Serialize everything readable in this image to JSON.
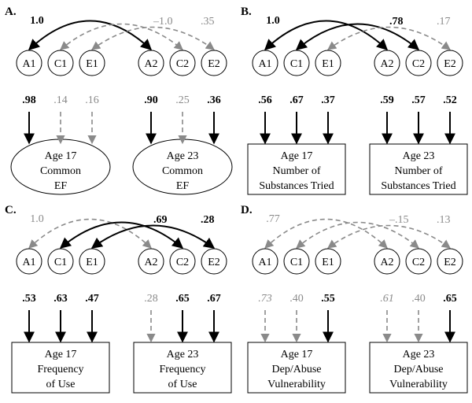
{
  "colors": {
    "solid": "#000000",
    "dashed": "#8a8a8a"
  },
  "panels": [
    {
      "label": "A.",
      "nodes": [
        "A1",
        "C1",
        "E1",
        "A2",
        "C2",
        "E2"
      ],
      "corr": [
        {
          "text": "1.0",
          "significant": true
        },
        {
          "text": "–1.0",
          "significant": false
        },
        {
          "text": ".35",
          "significant": false
        }
      ],
      "loadings": [
        {
          "text": ".98",
          "significant": true,
          "italic": false
        },
        {
          "text": ".14",
          "significant": false,
          "italic": false
        },
        {
          "text": ".16",
          "significant": false,
          "italic": false
        },
        {
          "text": ".90",
          "significant": true,
          "italic": false
        },
        {
          "text": ".25",
          "significant": false,
          "italic": false
        },
        {
          "text": ".36",
          "significant": true,
          "italic": false
        }
      ],
      "outcome_shape": "ellipse",
      "outcomes": [
        [
          "Age 17",
          "Common",
          "EF"
        ],
        [
          "Age 23",
          "Common",
          "EF"
        ]
      ]
    },
    {
      "label": "B.",
      "nodes": [
        "A1",
        "C1",
        "E1",
        "A2",
        "C2",
        "E2"
      ],
      "corr": [
        {
          "text": "1.0",
          "significant": true
        },
        {
          "text": ".78",
          "significant": true
        },
        {
          "text": ".17",
          "significant": false
        }
      ],
      "loadings": [
        {
          "text": ".56",
          "significant": true,
          "italic": false
        },
        {
          "text": ".67",
          "significant": true,
          "italic": false
        },
        {
          "text": ".37",
          "significant": true,
          "italic": false
        },
        {
          "text": ".59",
          "significant": true,
          "italic": false
        },
        {
          "text": ".57",
          "significant": true,
          "italic": false
        },
        {
          "text": ".52",
          "significant": true,
          "italic": false
        }
      ],
      "outcome_shape": "rect",
      "outcomes": [
        [
          "Age 17",
          "Number of",
          "Substances Tried"
        ],
        [
          "Age 23",
          "Number of",
          "Substances Tried"
        ]
      ]
    },
    {
      "label": "C.",
      "nodes": [
        "A1",
        "C1",
        "E1",
        "A2",
        "C2",
        "E2"
      ],
      "corr": [
        {
          "text": "1.0",
          "significant": false
        },
        {
          "text": ".69",
          "significant": true
        },
        {
          "text": ".28",
          "significant": true
        }
      ],
      "loadings": [
        {
          "text": ".53",
          "significant": true,
          "italic": false
        },
        {
          "text": ".63",
          "significant": true,
          "italic": false
        },
        {
          "text": ".47",
          "significant": true,
          "italic": false
        },
        {
          "text": ".28",
          "significant": false,
          "italic": false
        },
        {
          "text": ".65",
          "significant": true,
          "italic": false
        },
        {
          "text": ".67",
          "significant": true,
          "italic": false
        }
      ],
      "outcome_shape": "rect",
      "outcomes": [
        [
          "Age 17",
          "Frequency",
          "of Use"
        ],
        [
          "Age 23",
          "Frequency",
          "of Use"
        ]
      ]
    },
    {
      "label": "D.",
      "nodes": [
        "A1",
        "C1",
        "E1",
        "A2",
        "C2",
        "E2"
      ],
      "corr": [
        {
          "text": ".77",
          "significant": false
        },
        {
          "text": "–.15",
          "significant": false
        },
        {
          "text": ".13",
          "significant": false
        }
      ],
      "loadings": [
        {
          "text": ".73",
          "significant": false,
          "italic": true
        },
        {
          "text": ".40",
          "significant": false,
          "italic": false
        },
        {
          "text": ".55",
          "significant": true,
          "italic": false
        },
        {
          "text": ".61",
          "significant": false,
          "italic": true
        },
        {
          "text": ".40",
          "significant": false,
          "italic": false
        },
        {
          "text": ".65",
          "significant": true,
          "italic": false
        }
      ],
      "outcome_shape": "rect",
      "outcomes": [
        [
          "Age 17",
          "Dep/Abuse",
          "Vulnerability"
        ],
        [
          "Age 23",
          "Dep/Abuse",
          "Vulnerability"
        ]
      ]
    }
  ]
}
